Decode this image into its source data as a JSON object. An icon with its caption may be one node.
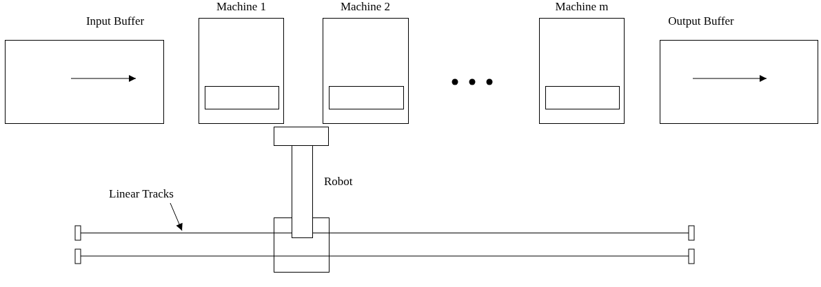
{
  "diagram": {
    "nodes": [
      {
        "text": [
          "Input Buffer"
        ]
      },
      {
        "text": [
          "Machine 1"
        ]
      },
      {
        "text": [],
        "shape": "box",
        "in": 1
      },
      {
        "text": [
          "Machine 2"
        ]
      },
      {
        "text": [],
        "shape": "box",
        "in": 3
      },
      {
        "text": [
          "Machine m"
        ]
      },
      {
        "text": [],
        "shape": "box",
        "in": 5
      },
      {
        "text": [
          "Output Buffer"
        ]
      },
      {
        "text": [
          "Linear Tracks"
        ]
      },
      {
        "text": [],
        "shape": "bar"
      }
    ],
    "edges": [
      {
        "from": 8,
        "to": 9,
        "arrow": "to"
      }
    ],
    "labels": [
      "Robot"
    ]
  }
}
